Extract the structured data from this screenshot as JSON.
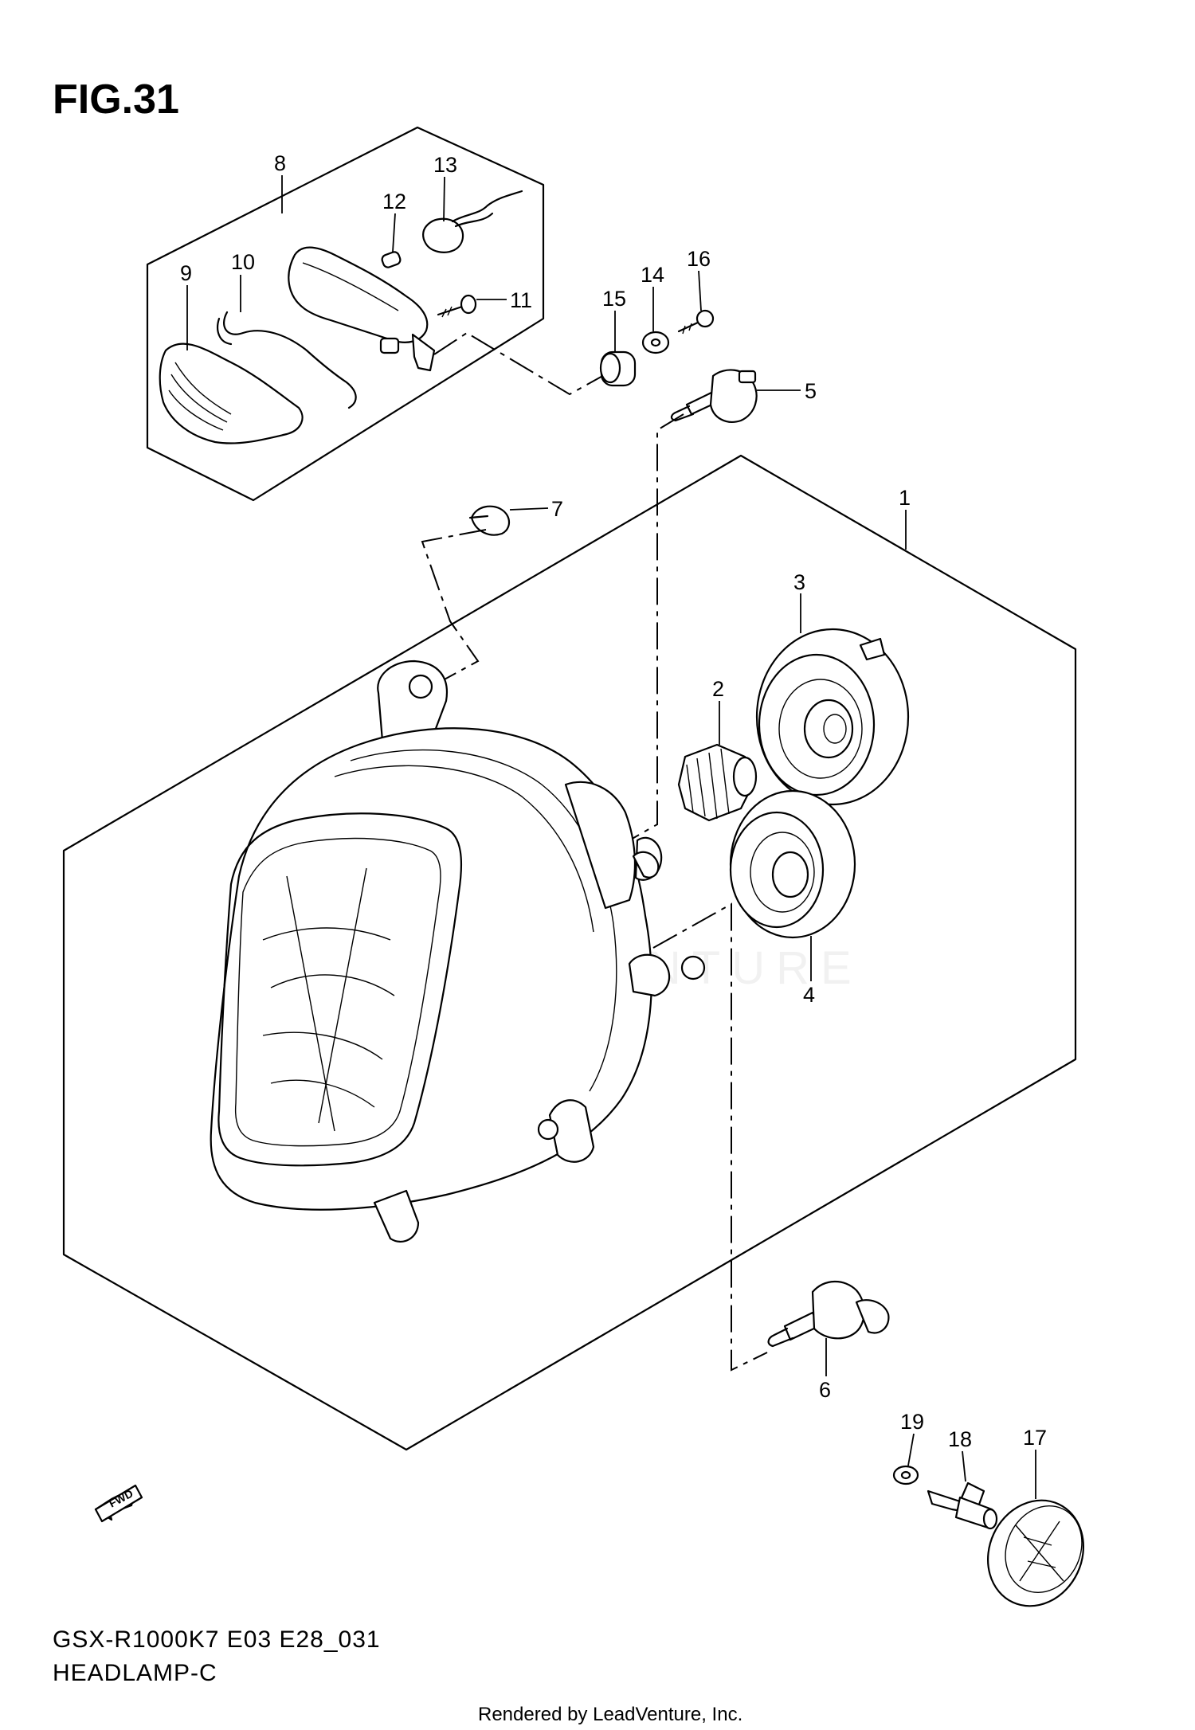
{
  "figure": {
    "title": "FIG.31",
    "model_code": "GSX-R1000K7 E03 E28_031",
    "section_name": "HEADLAMP-C"
  },
  "watermark": "LEADVENTURE",
  "footer": "Rendered by LeadVenture, Inc.",
  "fwd_label": "FWD",
  "callouts": [
    {
      "id": "1",
      "label": "1"
    },
    {
      "id": "2",
      "label": "2"
    },
    {
      "id": "3",
      "label": "3"
    },
    {
      "id": "4",
      "label": "4"
    },
    {
      "id": "5",
      "label": "5"
    },
    {
      "id": "6",
      "label": "6"
    },
    {
      "id": "7",
      "label": "7"
    },
    {
      "id": "8",
      "label": "8"
    },
    {
      "id": "9",
      "label": "9"
    },
    {
      "id": "10",
      "label": "10"
    },
    {
      "id": "11",
      "label": "11"
    },
    {
      "id": "12",
      "label": "12"
    },
    {
      "id": "13",
      "label": "13"
    },
    {
      "id": "14",
      "label": "14"
    },
    {
      "id": "15",
      "label": "15"
    },
    {
      "id": "16",
      "label": "16"
    },
    {
      "id": "17",
      "label": "17"
    },
    {
      "id": "18",
      "label": "18"
    },
    {
      "id": "19",
      "label": "19"
    }
  ]
}
